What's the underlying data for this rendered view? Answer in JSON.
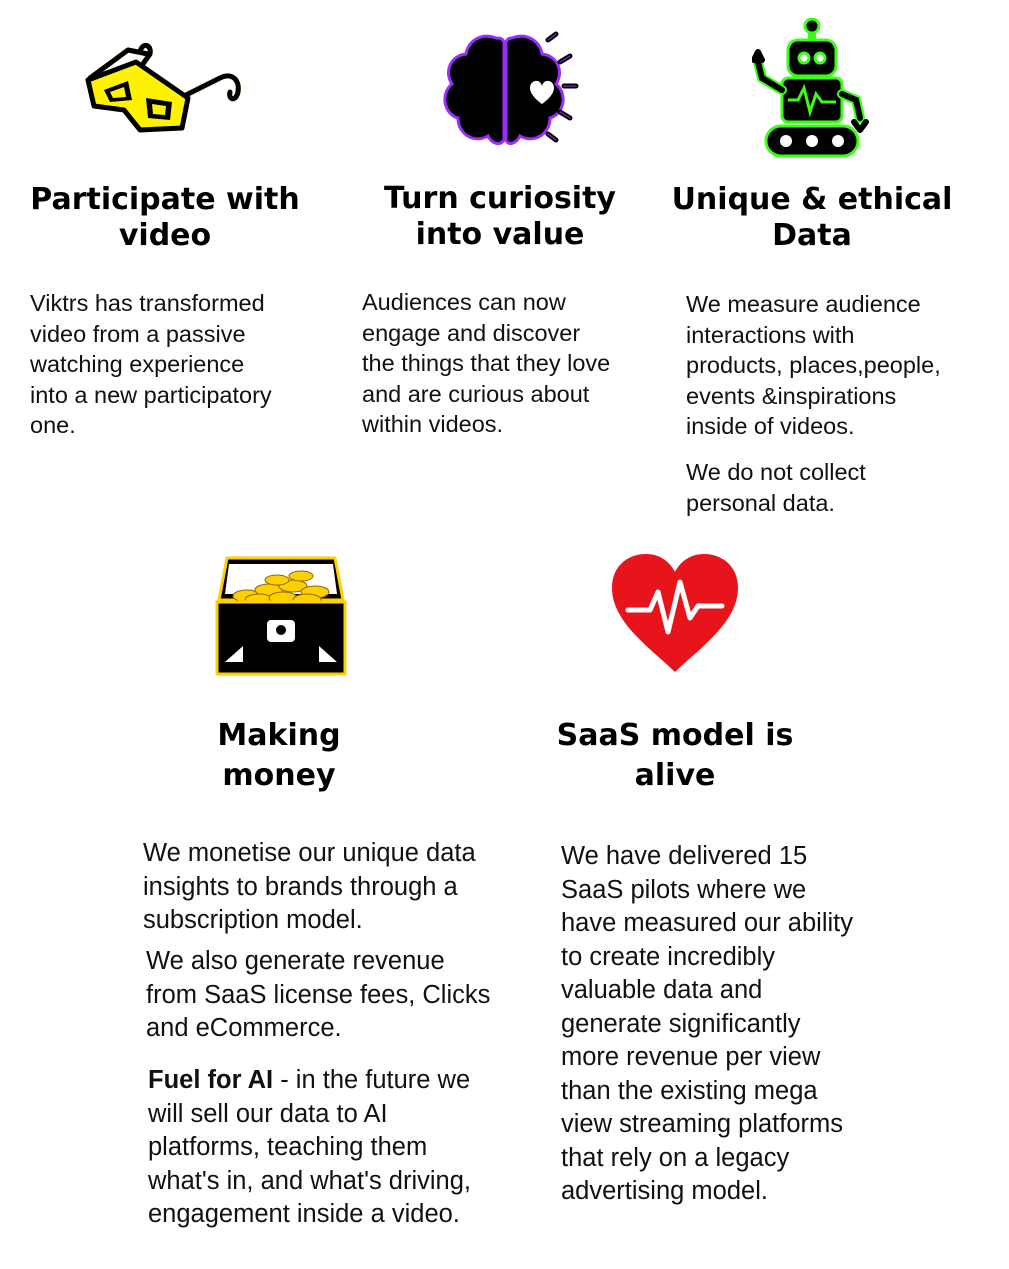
{
  "features": [
    {
      "icon": "3d-glasses-icon",
      "title": "Participate with\nvideo",
      "paragraphs": [
        "Viktrs has transformed\nvideo from a passive\nwatching experience\ninto a new participatory\none."
      ]
    },
    {
      "icon": "brain-heart-icon",
      "title": "Turn curiosity\ninto value",
      "paragraphs": [
        "Audiences can now\nengage and discover\nthe things that they love\nand are curious about\nwithin videos."
      ]
    },
    {
      "icon": "robot-icon",
      "title": "Unique & ethical\nData",
      "paragraphs": [
        "We measure audience\ninteractions with\nproducts, places,people,\nevents &inspirations\ninside of videos.",
        "We do not collect\npersonal data."
      ]
    },
    {
      "icon": "treasure-chest-icon",
      "title": "Making\nmoney",
      "paragraphs": [
        "We monetise our unique data\ninsights to brands through a\nsubscription model.",
        "We also generate revenue\nfrom SaaS license fees, Clicks\nand eCommerce."
      ],
      "ai_lead": "Fuel for AI",
      "ai_text": " - in the future we\nwill sell our data to AI\nplatforms, teaching them\nwhat's in, and what's driving,\nengagement inside a video."
    },
    {
      "icon": "heartbeat-icon",
      "title": "SaaS model is\nalive",
      "paragraphs": [
        "We have delivered 15\nSaaS pilots where we\nhave measured our ability\nto create incredibly\nvaluable data and\ngenerate significantly\nmore revenue per view\nthan the existing mega\nview streaming platforms\nthat rely on a legacy\nadvertising model."
      ]
    }
  ],
  "colors": {
    "glasses": "#FFF200",
    "brain_glow": "#9B2BFF",
    "robot_glow": "#39FF14",
    "chest_gold": "#FFD000",
    "heart_red": "#E8141B"
  }
}
